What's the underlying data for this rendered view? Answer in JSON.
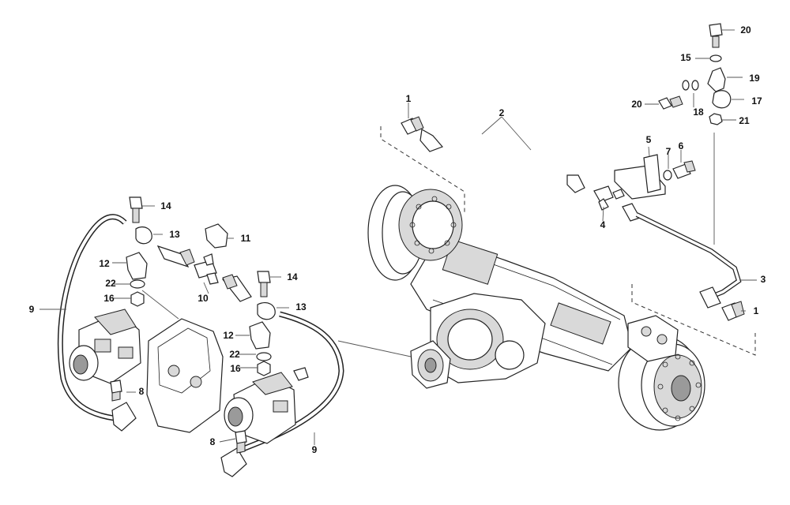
{
  "diagram": {
    "callouts": [
      {
        "label": "1"
      },
      {
        "label": "2"
      },
      {
        "label": "3"
      },
      {
        "label": "4"
      },
      {
        "label": "5"
      },
      {
        "label": "6"
      },
      {
        "label": "7"
      },
      {
        "label": "1"
      },
      {
        "label": "15"
      },
      {
        "label": "19"
      },
      {
        "label": "20"
      },
      {
        "label": "18"
      },
      {
        "label": "17"
      },
      {
        "label": "21"
      },
      {
        "label": "20"
      },
      {
        "label": "14"
      },
      {
        "label": "13"
      },
      {
        "label": "11"
      },
      {
        "label": "12"
      },
      {
        "label": "22"
      },
      {
        "label": "16"
      },
      {
        "label": "9"
      },
      {
        "label": "8"
      },
      {
        "label": "10"
      },
      {
        "label": "14"
      },
      {
        "label": "13"
      },
      {
        "label": "12"
      },
      {
        "label": "22"
      },
      {
        "label": "16"
      },
      {
        "label": "8"
      },
      {
        "label": "9"
      }
    ]
  }
}
